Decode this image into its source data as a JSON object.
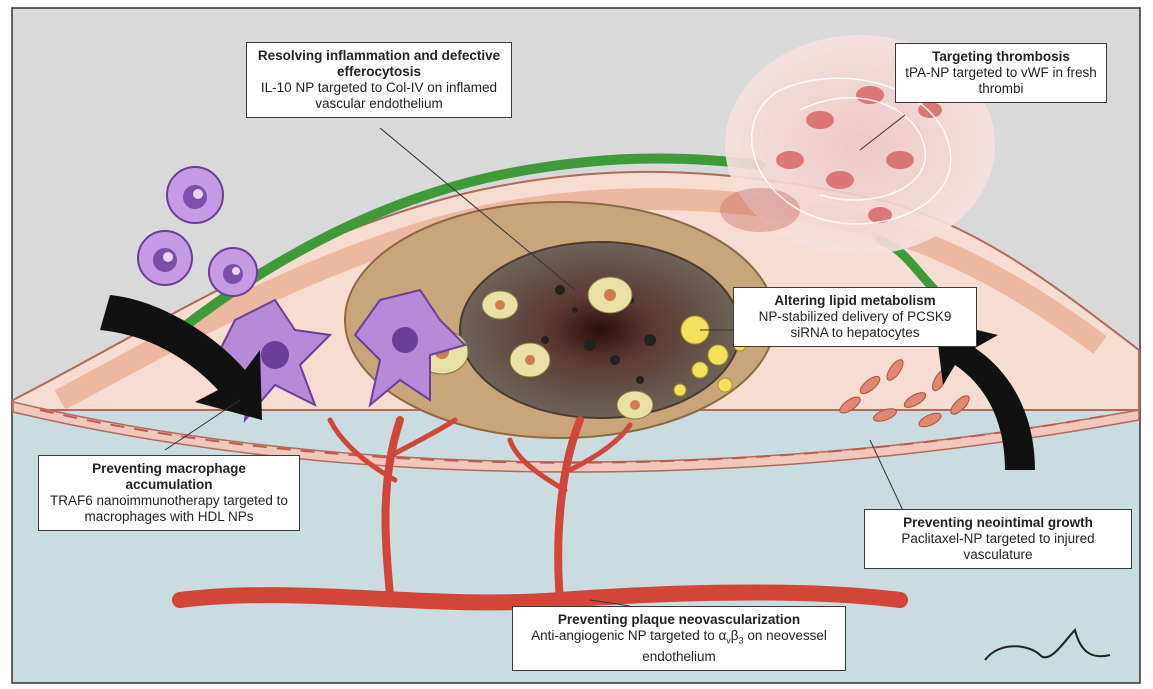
{
  "colors": {
    "wall_pink": "#f7dcd4",
    "lumen_blue": "#c9dde1",
    "background_gray": "#d9d9d9",
    "plaque_tan": "#c9a57a",
    "core_dark": "#5a4a3e",
    "macrophage_purple": "#b58ad9",
    "endothelium_green": "#3f9b3a",
    "vessel_red": "#d2463a",
    "arrow_black": "#111111"
  },
  "callouts": {
    "inflammation": {
      "title": "Resolving inflammation and defective efferocytosis",
      "desc": "IL-10 NP targeted to Col-IV on inflamed vascular endothelium"
    },
    "thrombosis": {
      "title": "Targeting thrombosis",
      "desc": "tPA-NP targeted to vWF in fresh thrombi"
    },
    "lipid": {
      "title": "Altering lipid metabolism",
      "desc": "NP-stabilized delivery of PCSK9 siRNA to hepatocytes"
    },
    "macrophage": {
      "title": "Preventing macrophage accumulation",
      "desc": "TRAF6 nanoimmunotherapy targeted to macrophages with HDL NPs"
    },
    "neointimal": {
      "title": "Preventing neointimal growth",
      "desc": "Paclitaxel-NP targeted to injured vasculature"
    },
    "neovascularization": {
      "title": "Preventing plaque neovascularization",
      "desc_prefix": "Anti-angiogenic NP targeted to α",
      "sub1": "v",
      "mid": "β",
      "sub2": "3",
      "desc_suffix": " on neovessel endothelium"
    }
  }
}
